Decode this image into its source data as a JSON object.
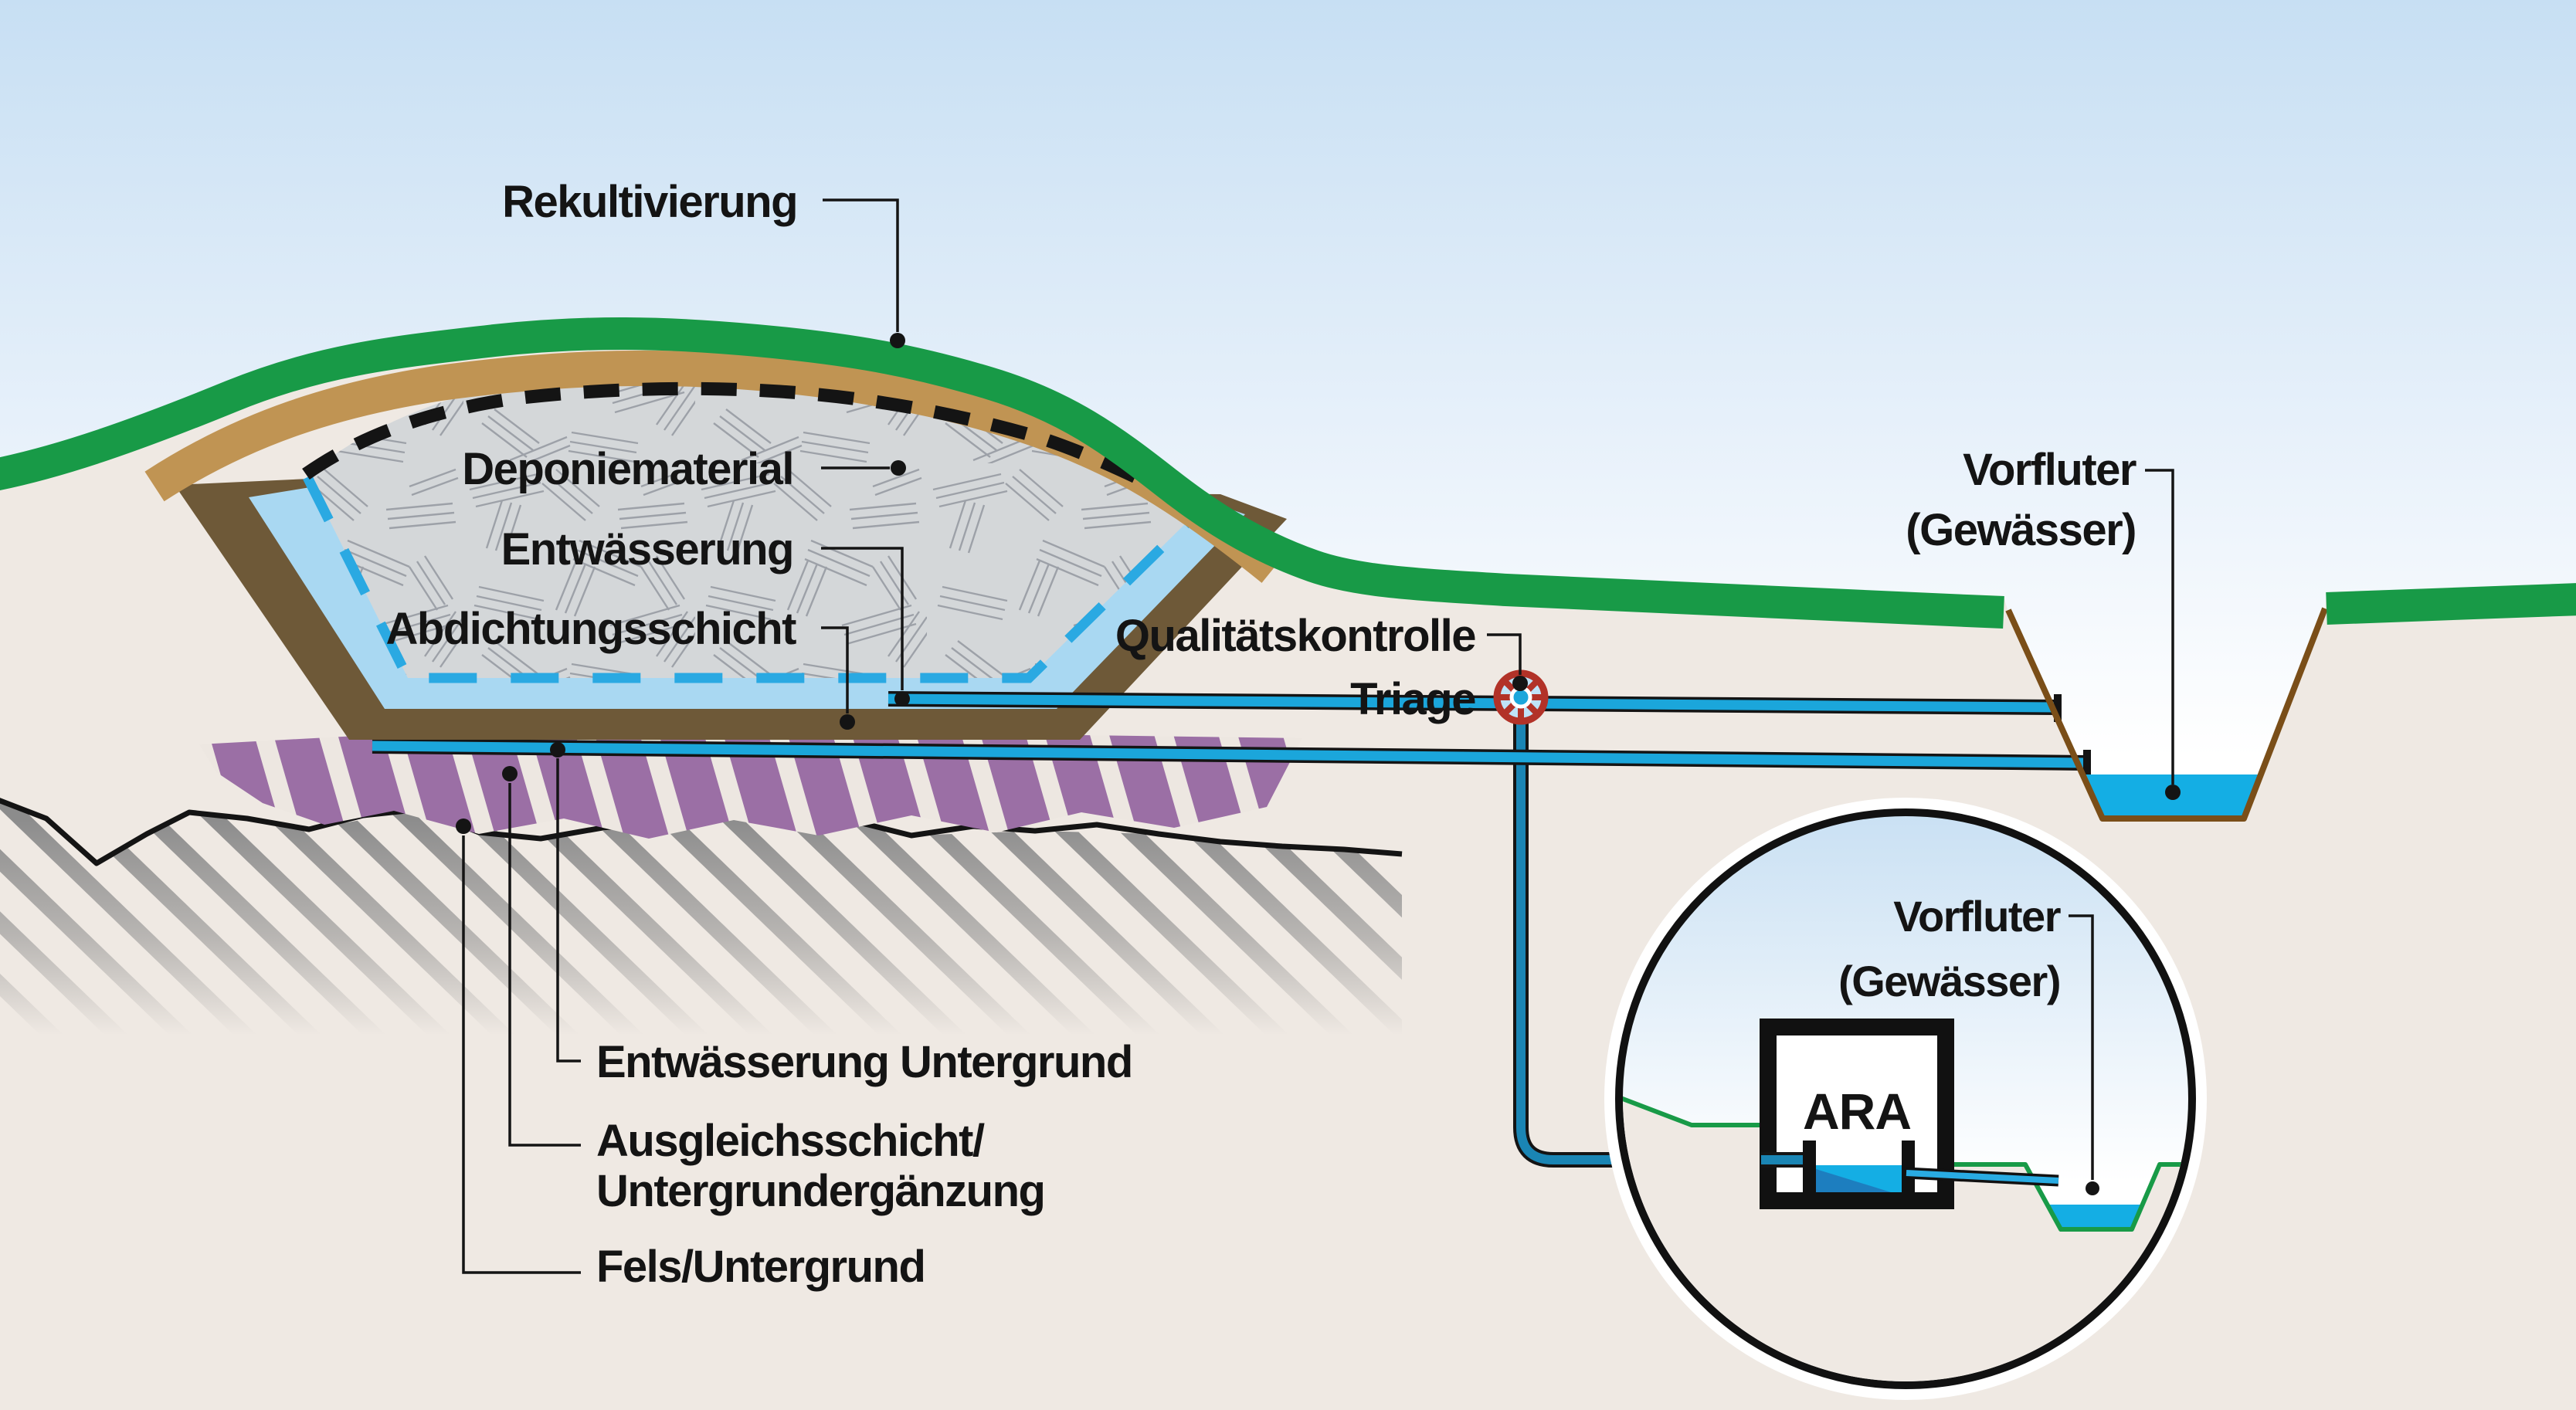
{
  "labels": {
    "rekultivierung": "Rekultivierung",
    "deponiematerial": "Deponiematerial",
    "entwaesserung": "Entwässerung",
    "abdichtungsschicht": "Abdichtungsschicht",
    "qualitaetskontrolle_line1": "Qualitätskontrolle",
    "qualitaetskontrolle_line2": "Triage",
    "vorfluter_line1": "Vorfluter",
    "vorfluter_line2": "(Gewässer)",
    "entwaesserung_untergrund": "Entwässerung Untergrund",
    "ausgleichsschicht_line1": "Ausgleichsschicht/",
    "ausgleichsschicht_line2": "Untergrundergänzung",
    "fels_untergrund": "Fels/Untergrund",
    "inset_vorfluter_line1": "Vorfluter",
    "inset_vorfluter_line2": "(Gewässer)",
    "ara": "ARA"
  },
  "colors": {
    "sky-top": "#C7DFF3",
    "ground-beige": "#EFE9E3",
    "grass-green": "#189A47",
    "cover-tan": "#C09453",
    "liner-brown": "#6E5938",
    "trench-brown": "#7A4E18",
    "drain-lightblue": "#A9D8F2",
    "drain-dash-blue": "#2AA9E2",
    "pipe-cyan": "#1BA6DB",
    "pipe-teal": "#1A85B4",
    "water-cyan": "#14AEE4",
    "water-deep": "#1D7EBF",
    "waste-gray": "#D4D7D9",
    "hatch-line-gray": "#9398A0",
    "rock-gray": "#8C8C8C",
    "purple": "#9B6FA5",
    "valve-red": "#B23228",
    "line-black": "#141414"
  }
}
